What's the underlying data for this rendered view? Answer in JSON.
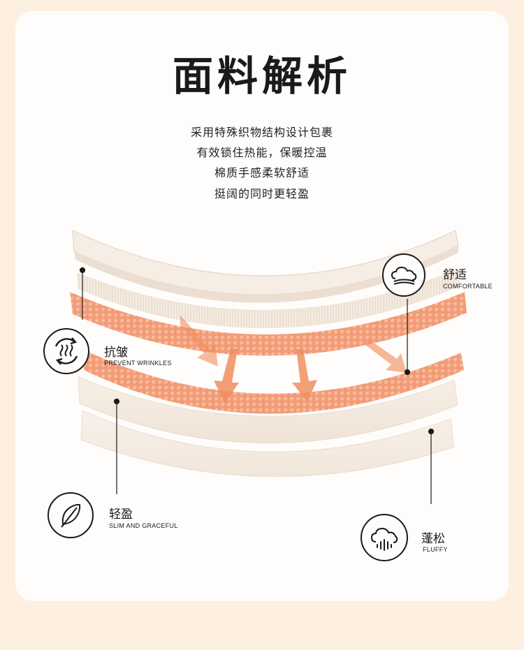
{
  "title": "面料解析",
  "description": [
    "采用特殊织物结构设计包裹",
    "有效锁住热能，保暖控温",
    "棉质手感柔软舒适",
    "挺阔的同时更轻盈"
  ],
  "features": {
    "comfortable": {
      "cn": "舒适",
      "en": "COMFORTABLE",
      "icon": "cloud-icon"
    },
    "prevent_wrinkles": {
      "cn": "抗皱",
      "en": "PREVENT WRINKLES",
      "icon": "anti-wrinkle-icon"
    },
    "slim": {
      "cn": "轻盈",
      "en": "SLIM AND GRACEFUL",
      "icon": "feather-icon"
    },
    "fluffy": {
      "cn": "蓬松",
      "en": "FLUFFY",
      "icon": "fluffy-cloud-icon"
    }
  },
  "colors": {
    "background": "#fdf0e1",
    "card": "#fffdfb",
    "fabric_layer": "#f3e9dd",
    "bead": "#f4a27e",
    "arrow": "#f08f5e",
    "ink": "#1a1a1a"
  }
}
